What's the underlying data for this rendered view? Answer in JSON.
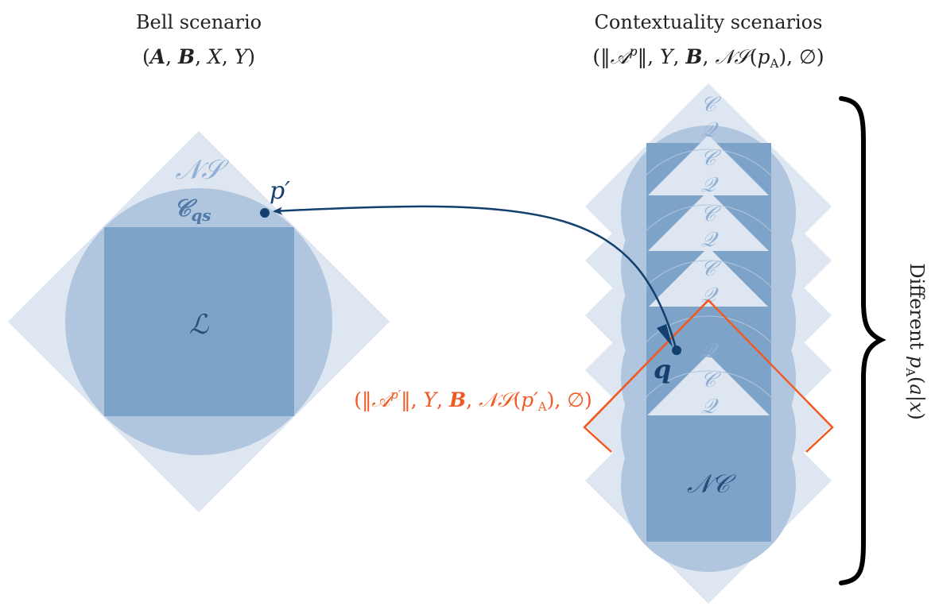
{
  "colors": {
    "diamond": "#dde6f1",
    "circle": "#b0c6de",
    "square": "#7ea3c9",
    "triangle": "#dde6f1",
    "label_light": "#8fb0d4",
    "label_mid": "#4f79a8",
    "label_dark": "#2b4d7a",
    "arrow": "#14406f",
    "point": "#14406f",
    "highlight": "#f05a24",
    "text": "#222222",
    "brace": "#000000"
  },
  "left": {
    "title": "Bell scenario",
    "tuple": "(A, B, X, Y)",
    "ns_label": "𝒩𝒮",
    "cqs_label": "𝒞",
    "cqs_sub": "qs",
    "local_label": "ℒ",
    "point_label": "p′"
  },
  "right": {
    "title": "Contextuality scenarios",
    "tuple": "(‖𝒜ᵖ‖, Y, B, 𝒩𝒮(p_A), ∅)",
    "c_label": "𝒞",
    "q_label": "𝒬",
    "nc_label": "𝒩𝒞",
    "point_label": "q"
  },
  "highlight_tuple": "(‖𝒜^{p′}‖, Y, B, 𝒩𝒮(p′_A), ∅)",
  "brace_label": "Different  p_A(a|x)"
}
